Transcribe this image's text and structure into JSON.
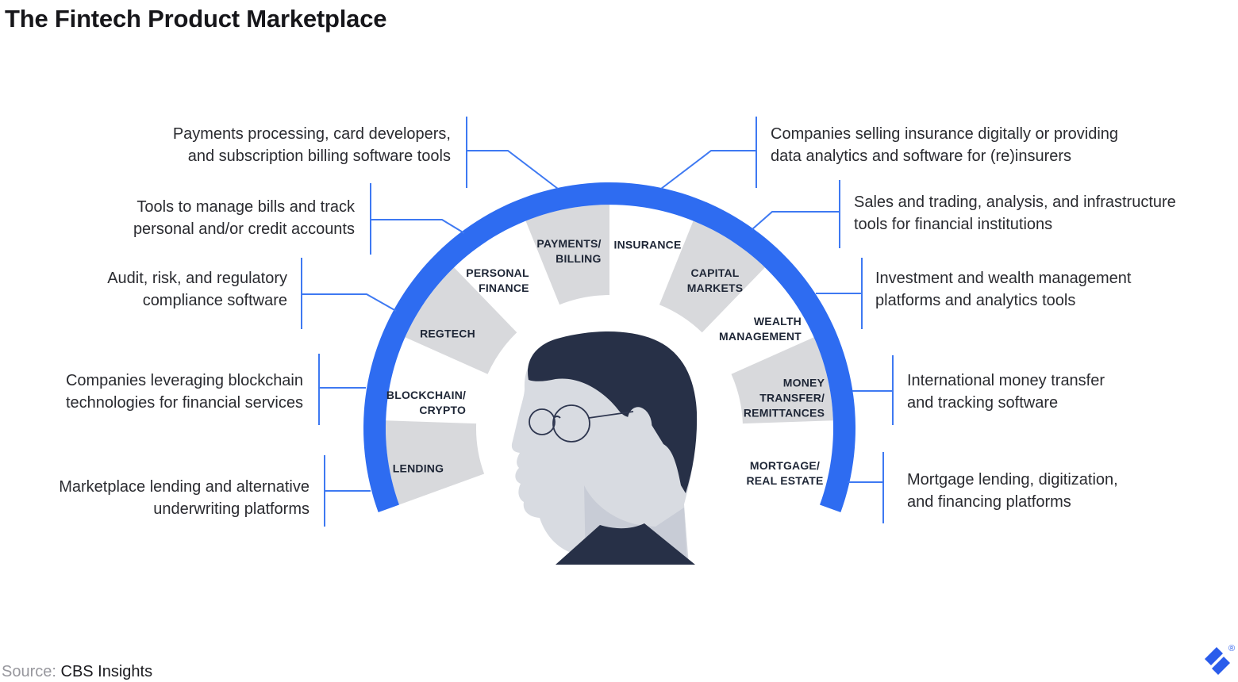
{
  "title": "The Fintech Product Marketplace",
  "source": {
    "label": "Source:",
    "value": "CBS Insights"
  },
  "brand": {
    "mark": "toptal-logo",
    "registered": "®"
  },
  "colors": {
    "arc_blue": "#2e6cf1",
    "connector_blue": "#3e79f2",
    "wedge_gray": "#d8d9dc",
    "label_navy": "#1e2636",
    "text_ink": "#2a2b30",
    "hair_navy": "#273047",
    "face_gray": "#d8dbe1"
  },
  "segments": [
    {
      "id": "lending",
      "label": "LENDING",
      "wedge": "gray",
      "description": "Marketplace lending and alternative\nunderwriting platforms"
    },
    {
      "id": "blockchain-crypto",
      "label": "BLOCKCHAIN/\nCRYPTO",
      "wedge": "white",
      "description": "Companies leveraging blockchain\ntechnologies for financial services"
    },
    {
      "id": "regtech",
      "label": "REGTECH",
      "wedge": "gray",
      "description": "Audit, risk, and regulatory\ncompliance software"
    },
    {
      "id": "personal-finance",
      "label": "PERSONAL\nFINANCE",
      "wedge": "white",
      "description": "Tools to manage bills and track\npersonal and/or credit accounts"
    },
    {
      "id": "payments-billing",
      "label": "PAYMENTS/\nBILLING",
      "wedge": "gray",
      "description": "Payments processing, card developers,\nand subscription billing software tools"
    },
    {
      "id": "insurance",
      "label": "INSURANCE",
      "wedge": "white",
      "description": "Companies selling insurance digitally or providing\ndata analytics and software for (re)insurers"
    },
    {
      "id": "capital-markets",
      "label": "CAPITAL\nMARKETS",
      "wedge": "gray",
      "description": "Sales and trading, analysis, and infrastructure\ntools for financial institutions"
    },
    {
      "id": "wealth-management",
      "label": "WEALTH\nMANAGEMENT",
      "wedge": "white",
      "description": "Investment and wealth management\nplatforms and analytics tools"
    },
    {
      "id": "money-transfer-remittances",
      "label": "MONEY\nTRANSFER/\nREMITTANCES",
      "wedge": "gray",
      "description": "International money transfer\nand tracking software"
    },
    {
      "id": "mortgage-real-estate",
      "label": "MORTGAGE/\nREAL ESTATE",
      "wedge": "white",
      "description": "Mortgage lending, digitization,\nand financing platforms"
    }
  ]
}
